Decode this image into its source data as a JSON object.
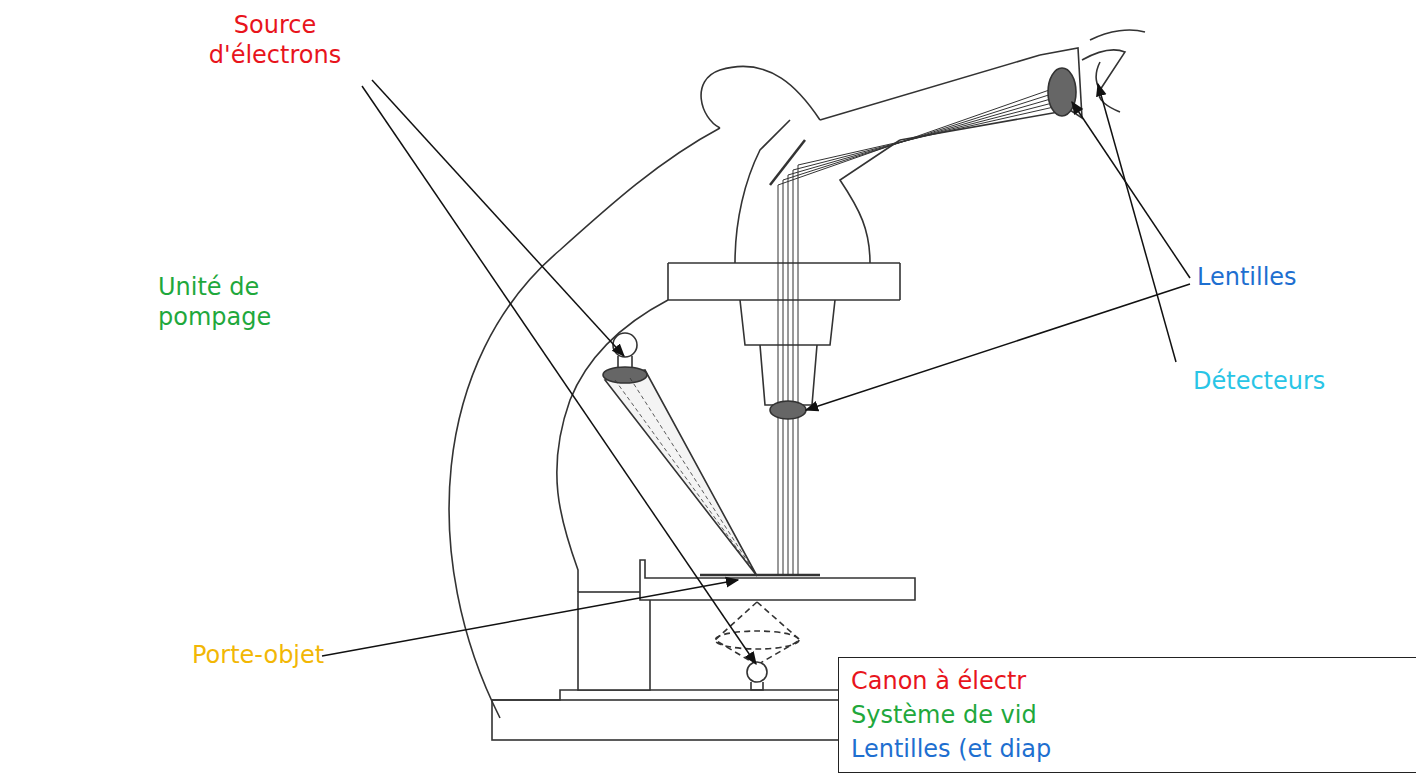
{
  "diagram": {
    "nodes": [
      {
        "text": [
          "Canon à électr",
          "Système de vid",
          "Lentilles (et diap"
        ]
      }
    ],
    "labels": [
      "Source d'électrons",
      "Unité de pompage",
      "Lentilles",
      "Détecteurs",
      "Porte-objet"
    ]
  }
}
